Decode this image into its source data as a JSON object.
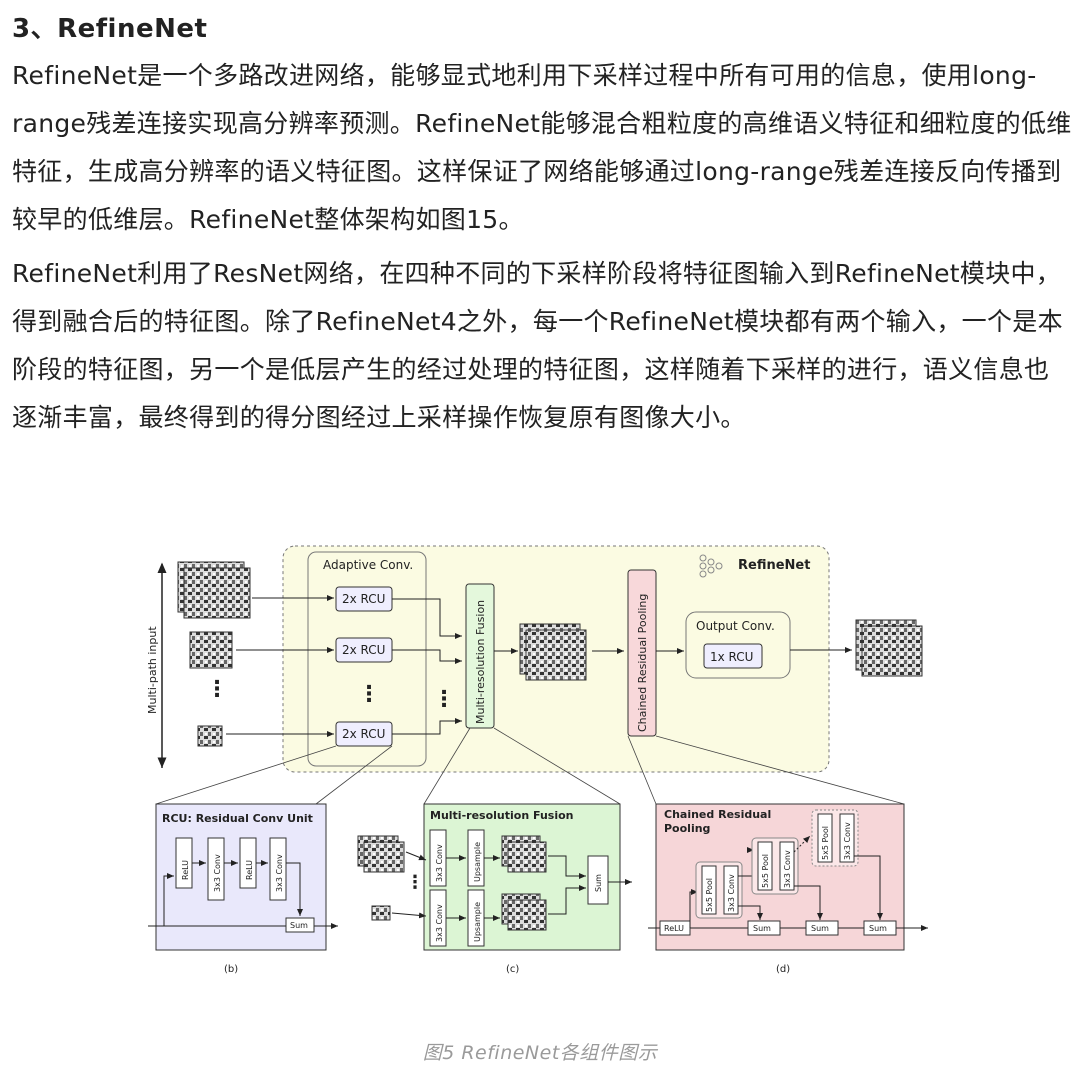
{
  "article": {
    "heading": "3、RefineNet",
    "paragraph1": "RefineNet是一个多路改进网络，能够显式地利用下采样过程中所有可用的信息，使用long-range残差连接实现高分辨率预测。RefineNet能够混合粗粒度的高维语义特征和细粒度的低维特征，生成高分辨率的语义特征图。这样保证了网络能够通过long-range残差连接反向传播到较早的低维层。RefineNet整体架构如图15。",
    "paragraph2": "RefineNet利用了ResNet网络，在四种不同的下采样阶段将特征图输入到RefineNet模块中，得到融合后的特征图。除了RefineNet4之外，每一个RefineNet模块都有两个输入，一个是本阶段的特征图，另一个是低层产生的经过处理的特征图，这样随着下采样的进行，语义信息也逐渐丰富，最终得到的得分图经过上采样操作恢复原有图像大小。"
  },
  "figure": {
    "top": {
      "side_label": "Multi-path input",
      "title": "RefineNet",
      "adaptive_title": "Adaptive Conv.",
      "rcu_label": "2x RCU",
      "fusion_label": "Multi-resolution Fusion",
      "crp_label": "Chained Residual Pooling",
      "output_title": "Output Conv.",
      "output_rcu": "1x RCU"
    },
    "panel_b": {
      "title": "RCU: Residual Conv Unit",
      "relu": "ReLU",
      "conv": "3x3 Conv",
      "sum": "Sum",
      "sublabel": "(b)"
    },
    "panel_c": {
      "title": "Multi-resolution Fusion",
      "conv": "3x3 Conv",
      "upsample": "Upsample",
      "sum": "Sum",
      "sublabel": "(c)"
    },
    "panel_d": {
      "title_line1": "Chained Residual",
      "title_line2": "Pooling",
      "relu": "ReLU",
      "pool": "5x5 Pool",
      "conv": "3x3 Conv",
      "sum": "Sum",
      "sublabel": "(d)"
    },
    "caption": "图5 RefineNet各组件图示"
  },
  "colors": {
    "refinenet_bg": "#fbfbe2",
    "rcu_panel_bg": "#e9e8fb",
    "fusion_panel_bg": "#dcf5d4",
    "crp_panel_bg": "#f6d6d8",
    "rcu_box": "#efeefe",
    "fusion_box": "#e4f8dc",
    "crp_box": "#f8d8da",
    "caption": "#9a9a9a"
  }
}
